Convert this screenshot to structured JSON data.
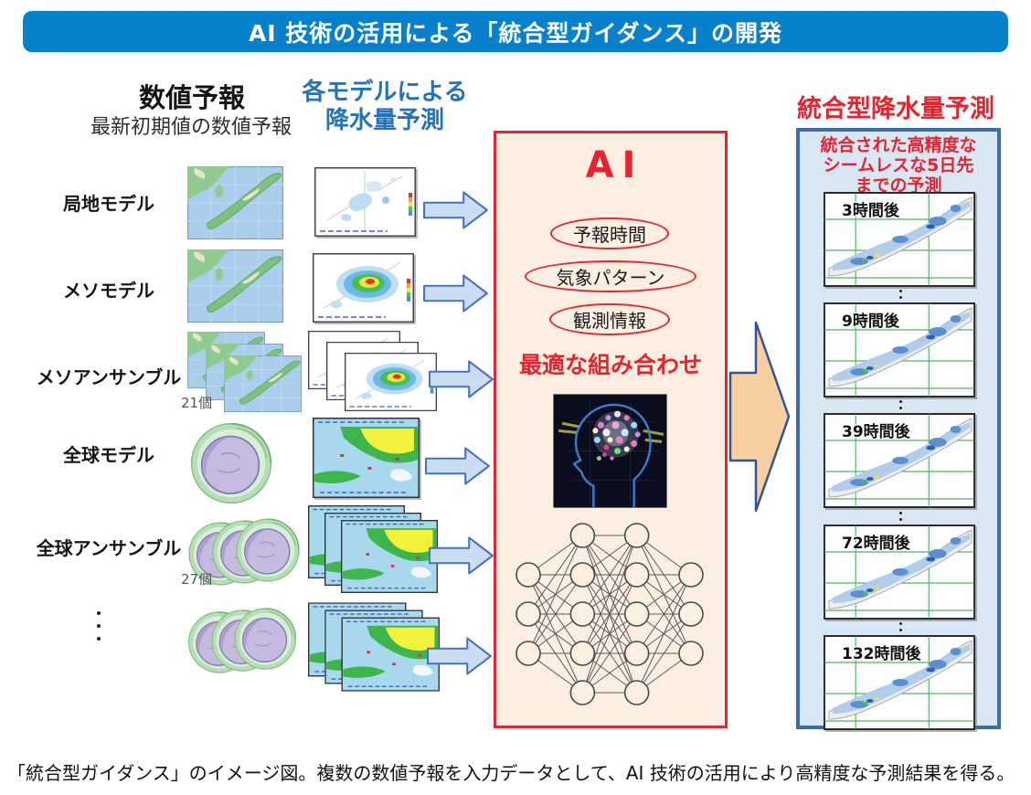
{
  "banner": {
    "title": "AI 技術の活用による「統合型ガイダンス」の開発"
  },
  "input_section": {
    "heading": "数値予報",
    "subheading": "最新初期値の数値予報",
    "model_forecast_heading": [
      "各モデルによる",
      "降水量予測"
    ],
    "rows": [
      {
        "label": "局地モデル"
      },
      {
        "label": "メソモデル"
      },
      {
        "label": "メソアンサンブル",
        "count": "21個"
      },
      {
        "label": "全球モデル"
      },
      {
        "label": "全球アンサンブル",
        "count": "27個"
      }
    ]
  },
  "ai_box": {
    "title": "AI",
    "factors": [
      "予報時間",
      "気象パターン",
      "観測情報"
    ],
    "subtitle": "最適な組み合わせ",
    "network_layers": [
      3,
      5,
      5,
      3
    ]
  },
  "output_section": {
    "heading": "統合型降水量予測",
    "description_lines": [
      "統合された高精度な",
      "シームレスな5日先",
      "までの予測"
    ],
    "forecast_maps": [
      {
        "label": "3時間後"
      },
      {
        "label": "9時間後"
      },
      {
        "label": "39時間後"
      },
      {
        "label": "72時間後"
      },
      {
        "label": "132時間後"
      }
    ]
  },
  "caption": "「統合型ガイダンス」のイメージ図。複数の数値予報を入力データとして、AI 技術の活用により高精度な予測結果を得る。",
  "colors": {
    "banner_blue": "#0781CB",
    "heading_blue": "#2273BC",
    "accent_red": "#E8232E",
    "ai_box_bg": "#FCEEE1",
    "panel_bg": "#D9E7F5",
    "panel_border": "#3A6CA8",
    "arrow_fill": "#CBDDF2",
    "arrow_border": "#4472C4",
    "big_arrow_fill": "#F7CFA2",
    "big_arrow_border": "#2E5596",
    "map_grid_green": "#3FAE49"
  }
}
